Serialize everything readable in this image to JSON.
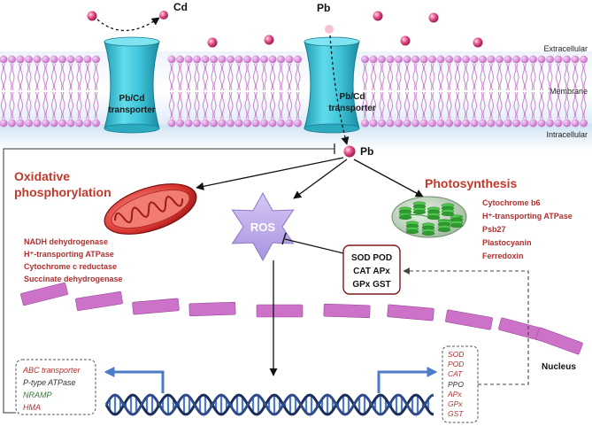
{
  "ions": {
    "cd": "Cd",
    "pb_top": "Pb",
    "pb_in": "Pb"
  },
  "membrane": {
    "extracellular": "Extracellular",
    "membrane": "Membrane",
    "intracellular": "Intracellular"
  },
  "transporters": {
    "left": [
      "Pb/Cd",
      "transporter"
    ],
    "right": [
      "Pb/Cd",
      "transporter"
    ]
  },
  "oxidative": {
    "title": [
      "Oxidative",
      "phosphorylation"
    ],
    "items": [
      "NADH dehydrogenase",
      "H⁺-transporting ATPase",
      "Cytochrome c reductase",
      "Succinate dehydrogenase"
    ]
  },
  "photosynthesis": {
    "title": "Photosynthesis",
    "items": [
      "Cytochrome b6",
      "H⁺-transporting ATPase",
      "Psb27",
      "Plastocyanin",
      "Ferredoxin"
    ]
  },
  "ros": "ROS",
  "antioxidants": {
    "row1": "SOD POD",
    "row2": "CAT  APx",
    "row3": "GPx  GST"
  },
  "nucleus": "Nucleus",
  "left_genes": [
    {
      "text": "ABC transporter",
      "color": "#b03030"
    },
    {
      "text": "P-type ATPase",
      "color": "#333333"
    },
    {
      "text": "NRAMP",
      "color": "#2e7d32"
    },
    {
      "text": "HMA",
      "color": "#b03030"
    }
  ],
  "right_genes": [
    {
      "text": "SOD",
      "color": "#b03030"
    },
    {
      "text": "POD",
      "color": "#b03030"
    },
    {
      "text": "CAT",
      "color": "#b03030"
    },
    {
      "text": "PPO",
      "color": "#333333"
    },
    {
      "text": "APx",
      "color": "#b03030"
    },
    {
      "text": "GPx",
      "color": "#b03030"
    },
    {
      "text": "GST",
      "color": "#b03030"
    }
  ],
  "colors": {
    "heading": "#c0392b",
    "list": "#b03030",
    "ros": "#b9a6e8",
    "membrane_head": "#d98ad9",
    "transporter": "#3ec3d8",
    "nucleus_segment": "#cc73c9",
    "arrow_blue": "#4b7bc9"
  }
}
